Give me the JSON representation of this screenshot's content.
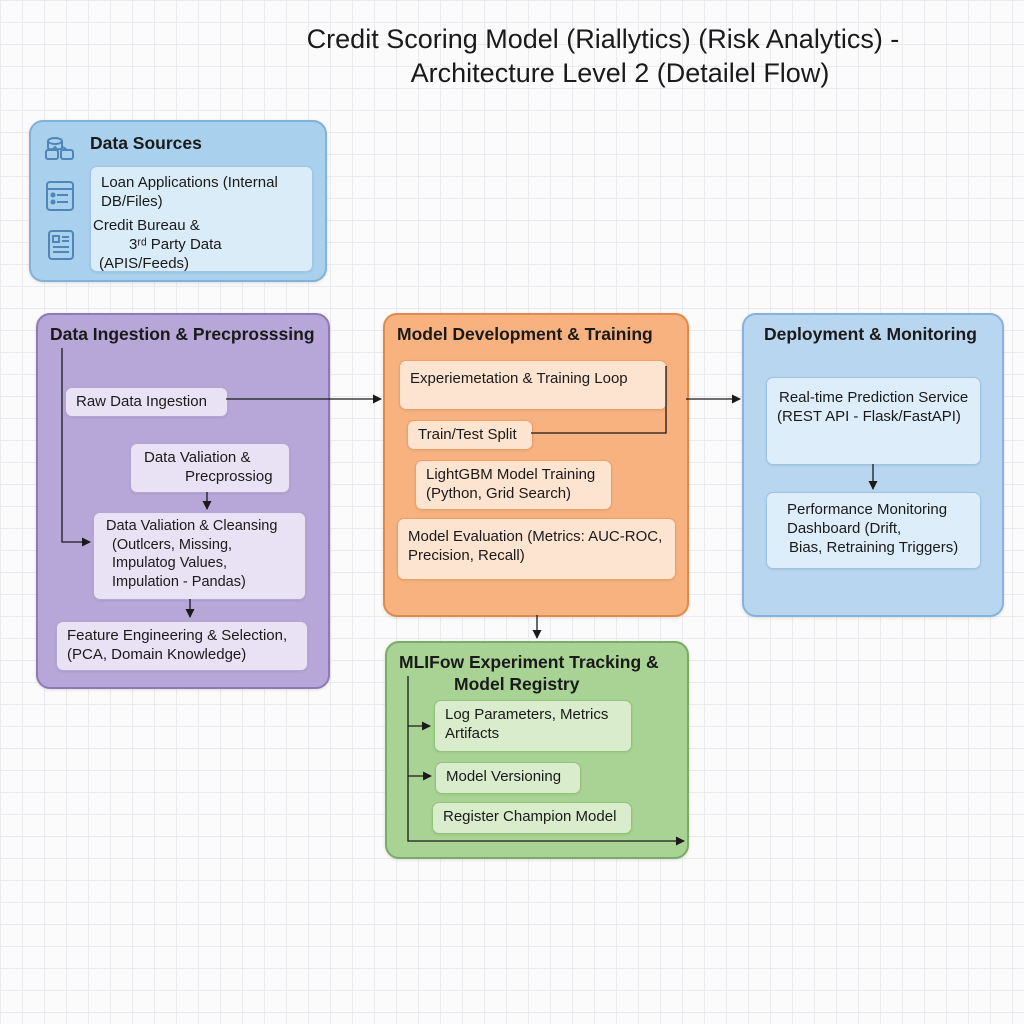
{
  "title": {
    "line1": "Credit Scoring Model (Riallytics) (Risk Analytics) -",
    "line2": "Architecture Level 2 (Detailel Flow)"
  },
  "data_sources": {
    "title": "Data Sources",
    "item1": [
      "Loan Applications (Internal",
      "DB/Files)"
    ],
    "item2": [
      "Credit Bureau &",
      "3ʳᵈ Party Data",
      "(APIS/Feeds)"
    ]
  },
  "ingestion": {
    "title": "Data Ingestion & Precprosssing",
    "raw": "Raw Data Ingestion",
    "validation": [
      "Data Valiation &",
      "Precprossiog"
    ],
    "cleansing": [
      "Data Valiation & Cleansing",
      "(Outlcers, Missing,",
      "Impulatog Values,",
      "Impulation - Pandas)"
    ],
    "feature": [
      "Feature Engineering & Selection,",
      "(PCA, Domain Knowledge)"
    ]
  },
  "model_dev": {
    "title": "Model Development & Training",
    "loop": "Experiemetation & Training Loop",
    "split": "Train/Test Split",
    "lgbm": [
      "LightGBM Model Training",
      "(Python, Grid Search)"
    ],
    "eval": [
      "Model Evaluation (Metrics: AUC-ROC,",
      "Precision, Recall)"
    ]
  },
  "deployment": {
    "title": "Deployment & Monitoring",
    "service": [
      "Real-time Prediction Service",
      "(REST API - Flask/FastAPI)"
    ],
    "dashboard": [
      "Performance Monitoring",
      "Dashboard (Drift,",
      "Bias, Retraining Triggers)"
    ]
  },
  "mlflow": {
    "title": [
      "MLIFow Experiment Tracking &",
      "Model Registry"
    ],
    "log": [
      "Log Parameters, Metrics",
      "Artifacts"
    ],
    "versioning": "Model Versioning",
    "register": "Register Champion Model"
  },
  "colors": {
    "data_sources": "#a9d0ec",
    "ingestion": "#b6a7d8",
    "model_dev": "#f8b27f",
    "deployment": "#b8d6ef",
    "mlflow": "#a8d394"
  },
  "icons": [
    "database-icon",
    "form-icon",
    "document-icon"
  ]
}
